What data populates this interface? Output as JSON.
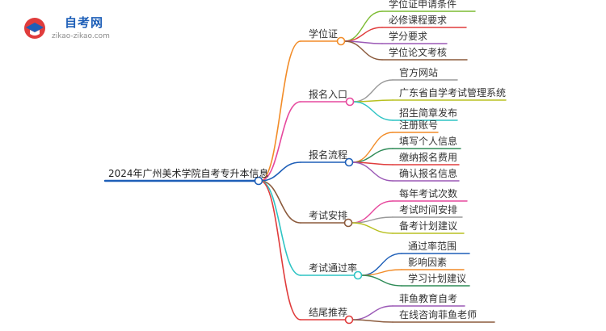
{
  "logo": {
    "title": "自考网",
    "subtitle": "zikao-zikao.com"
  },
  "root": {
    "label": "2024年广州美术学院自考专升本信息",
    "color": "#1e5fb8"
  },
  "branches": [
    {
      "label": "学位证",
      "color": "#f28c28",
      "leaves": [
        {
          "label": "学位证申请条件",
          "color": "#7cbb32"
        },
        {
          "label": "必修课程要求",
          "color": "#e03c3c"
        },
        {
          "label": "学分要求",
          "color": "#9b59b6"
        },
        {
          "label": "学位论文考核",
          "color": "#8b5a3c"
        }
      ]
    },
    {
      "label": "报名入口",
      "color": "#e6489d",
      "leaves": [
        {
          "label": "官方网站",
          "color": "#999999"
        },
        {
          "label": "广东省自学考试管理系统",
          "color": "#b8c020"
        },
        {
          "label": "招生简章发布",
          "color": "#2ec4c4"
        }
      ]
    },
    {
      "label": "报名流程",
      "color": "#1e5fb8",
      "leaves": [
        {
          "label": "注册账号",
          "color": "#f28c28"
        },
        {
          "label": "填写个人信息",
          "color": "#2e8b57"
        },
        {
          "label": "缴纳报名费用",
          "color": "#e03c3c"
        },
        {
          "label": "确认报名信息",
          "color": "#9b59b6"
        }
      ]
    },
    {
      "label": "考试安排",
      "color": "#8b5a3c",
      "leaves": [
        {
          "label": "每年考试次数",
          "color": "#e6489d"
        },
        {
          "label": "考试时间安排",
          "color": "#999999"
        },
        {
          "label": "备考计划建议",
          "color": "#b8c020"
        }
      ]
    },
    {
      "label": "考试通过率",
      "color": "#2ec4c4",
      "leaves": [
        {
          "label": "通过率范围",
          "color": "#1e5fb8"
        },
        {
          "label": "影响因素",
          "color": "#f28c28"
        },
        {
          "label": "学习计划建议",
          "color": "#2e8b57"
        }
      ]
    },
    {
      "label": "结尾推荐",
      "color": "#e03c3c",
      "leaves": [
        {
          "label": "菲鱼教育自考",
          "color": "#9b59b6"
        },
        {
          "label": "在线咨询菲鱼老师",
          "color": "#8b5a3c"
        }
      ]
    }
  ]
}
